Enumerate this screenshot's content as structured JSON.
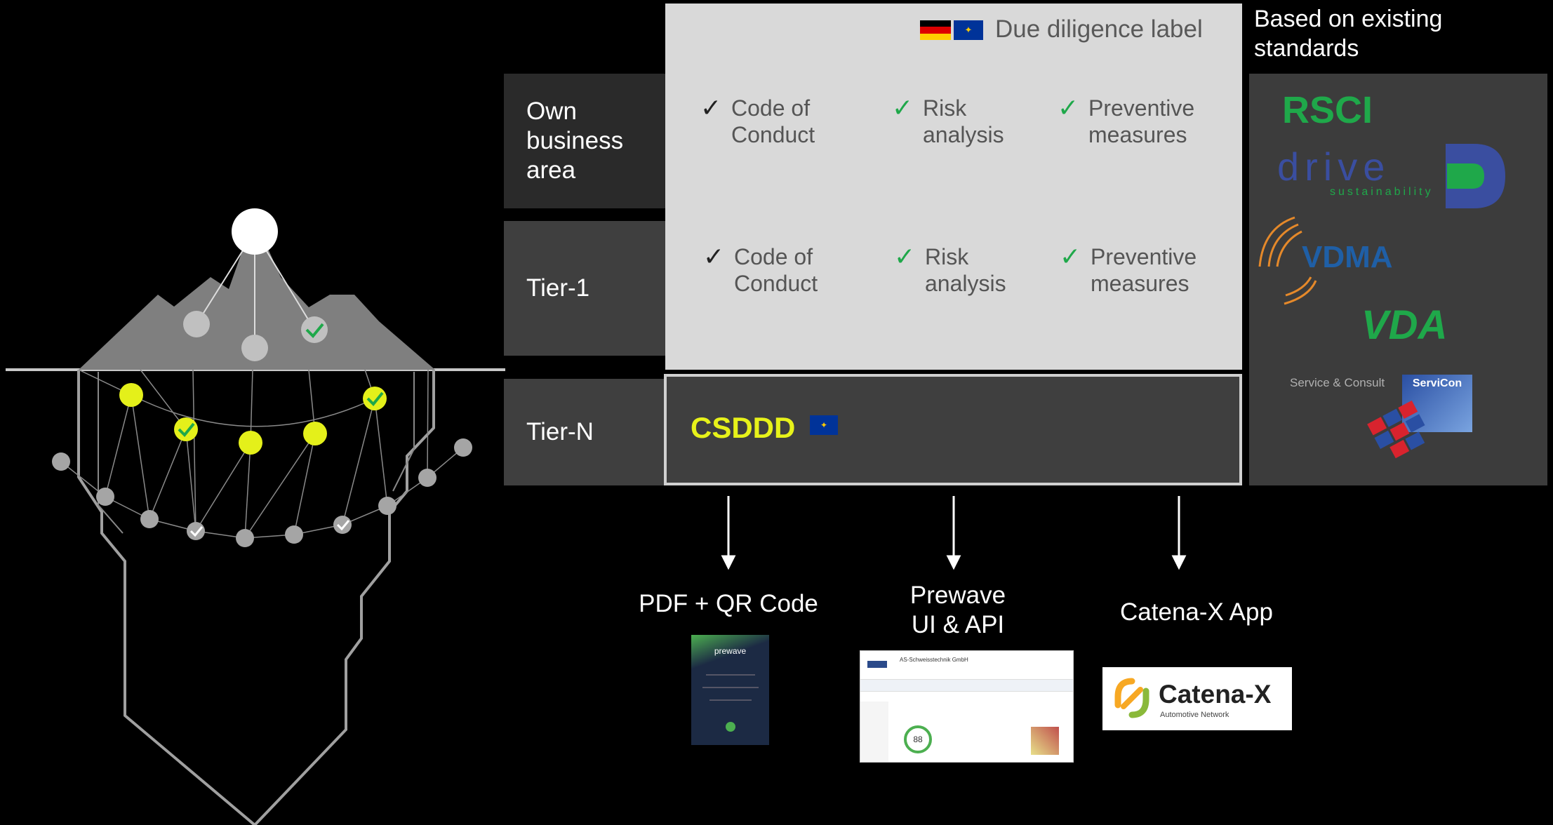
{
  "header": {
    "label_title": "Due diligence label",
    "standards_title": "Based on  existing standards"
  },
  "rows": [
    {
      "label": "Own business area",
      "items": [
        {
          "check": "dark",
          "text": "Code of Conduct"
        },
        {
          "check": "green",
          "text": "Risk analysis"
        },
        {
          "check": "green",
          "text": "Preventive measures"
        }
      ]
    },
    {
      "label": "Tier-1",
      "items": [
        {
          "check": "dark",
          "text": "Code of Conduct"
        },
        {
          "check": "green",
          "text": "Risk analysis"
        },
        {
          "check": "green",
          "text": "Preventive measures"
        }
      ]
    },
    {
      "label": "Tier-N",
      "badge": "CSDDD"
    }
  ],
  "standards": {
    "rsci": "RSCI",
    "drive_main": "drive",
    "drive_sub": "sustainability",
    "vdma": "VDMA",
    "vda": "VDA",
    "servicon_tag": "Service & Consult",
    "servicon_name": "ServiCon"
  },
  "outputs": [
    {
      "label": "PDF + QR Code"
    },
    {
      "label": "Prewave UI & API"
    },
    {
      "label": "Catena-X App"
    }
  ],
  "certificate": {
    "brand": "prewave"
  },
  "dashboard": {
    "company": "AS-Schweisstechnik GmbH",
    "score": "88"
  },
  "catenax": {
    "name": "Catena-X",
    "tagline": "Automotive Network"
  },
  "colors": {
    "panel_light": "#d9d9d9",
    "row_dark": "#2a2a2a",
    "row_mid": "#3f3f3f",
    "standards_bg": "#3c3c3c",
    "check_green": "#1fa84a",
    "csddd_yellow": "#e7f21a",
    "node_yellow": "#e4f01a"
  }
}
